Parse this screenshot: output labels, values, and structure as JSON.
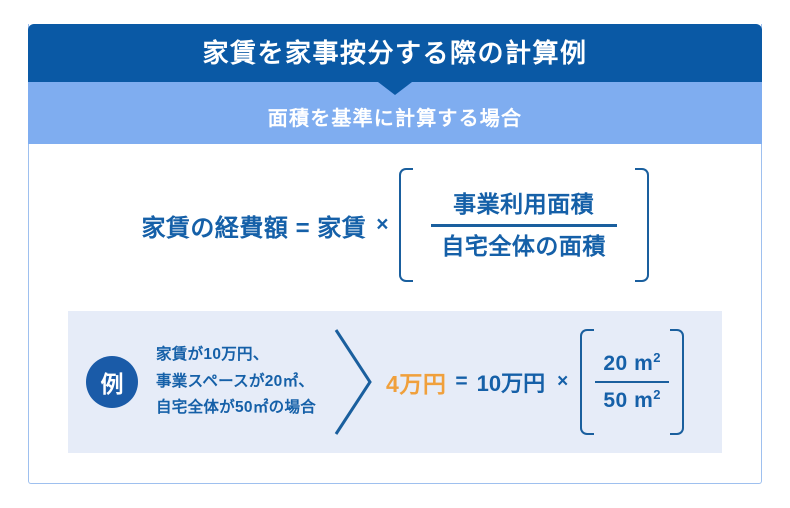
{
  "header": {
    "title": "家賃を家事按分する際の計算例",
    "bg_color": "#0A59A5"
  },
  "subheader": {
    "title": "面積を基準に計算する場合",
    "bg_color": "#7FADF0"
  },
  "formula": {
    "lhs": "家賃の経費額 = 家賃",
    "times": "×",
    "numerator": "事業利用面積",
    "denominator": "自宅全体の面積",
    "text_color": "#1560A8"
  },
  "example": {
    "badge": "例",
    "lines": [
      "家賃が10万円、",
      "事業スペースが20㎡、",
      "自宅全体が50㎡の場合"
    ],
    "calc": {
      "result": "4万円",
      "result_color": "#F0A03C",
      "equals": "=",
      "base": "10万円",
      "times": "×",
      "numerator_value": "20",
      "numerator_unit": "m",
      "numerator_sup": "2",
      "denominator_value": "50",
      "denominator_unit": "m",
      "denominator_sup": "2"
    },
    "bg_color": "#E6ECF8"
  }
}
